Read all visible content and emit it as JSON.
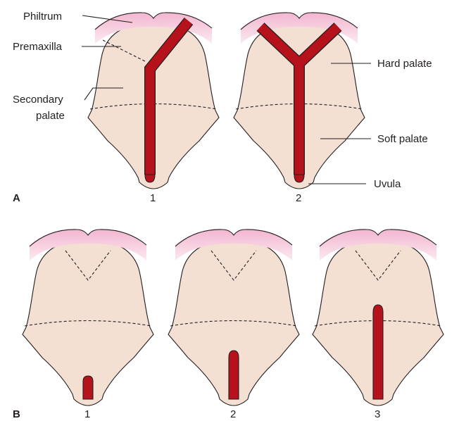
{
  "panels": {
    "a": {
      "letter": "A",
      "nums": [
        "1",
        "2"
      ]
    },
    "b": {
      "letter": "B",
      "nums": [
        "1",
        "2",
        "3"
      ]
    }
  },
  "labels": {
    "philtrum": "Philtrum",
    "premaxilla": "Premaxilla",
    "secondary_1": "Secondary",
    "secondary_2": "palate",
    "hard_palate": "Hard palate",
    "soft_palate": "Soft palate",
    "uvula": "Uvula"
  },
  "colors": {
    "palate_fill": "#f4dfd3",
    "lip_fill": "#f6c6da",
    "cleft_fill": "#b5121b",
    "outline": "#231f20"
  }
}
